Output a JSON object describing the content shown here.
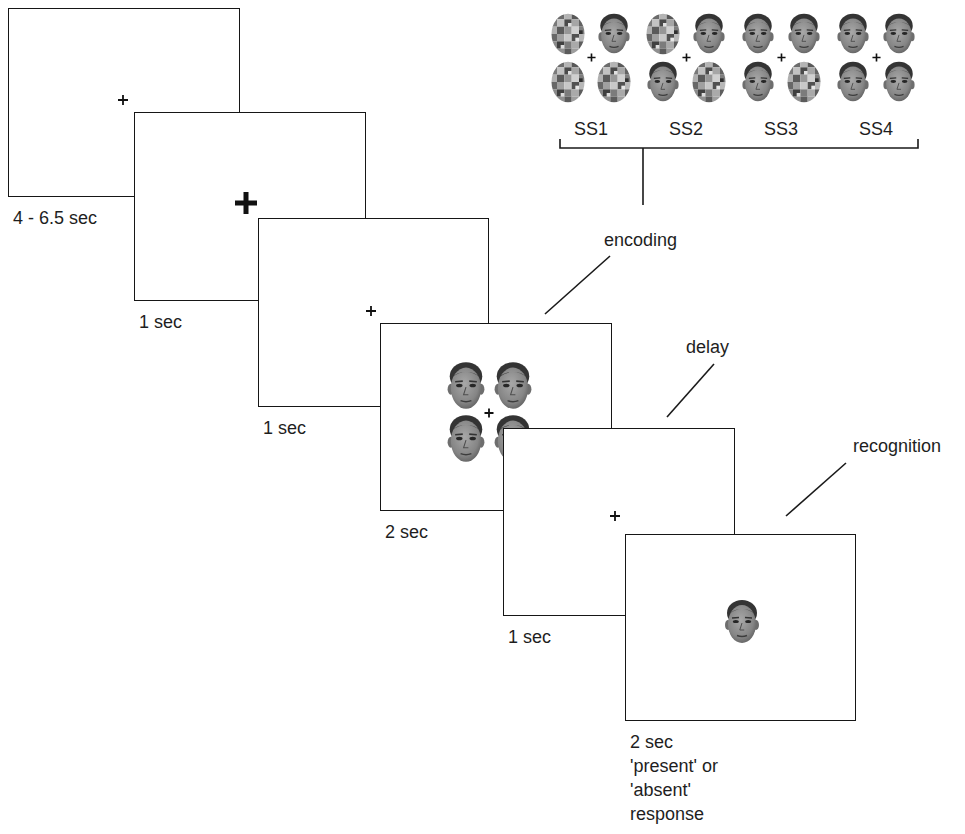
{
  "diagram": {
    "nodes": [
      {
        "text": [
          "4 - 6.5 sec"
        ]
      },
      {
        "text": [
          "1 sec"
        ]
      },
      {
        "text": [
          "1 sec"
        ]
      },
      {
        "text": [
          "2 sec"
        ]
      },
      {
        "text": [
          "1 sec"
        ]
      },
      {
        "text": [
          "2 sec 'present' or 'absent' response"
        ]
      }
    ],
    "labels": [
      "SS1",
      "SS2",
      "SS3",
      "SS4",
      "encoding",
      "delay",
      "recognition"
    ]
  }
}
